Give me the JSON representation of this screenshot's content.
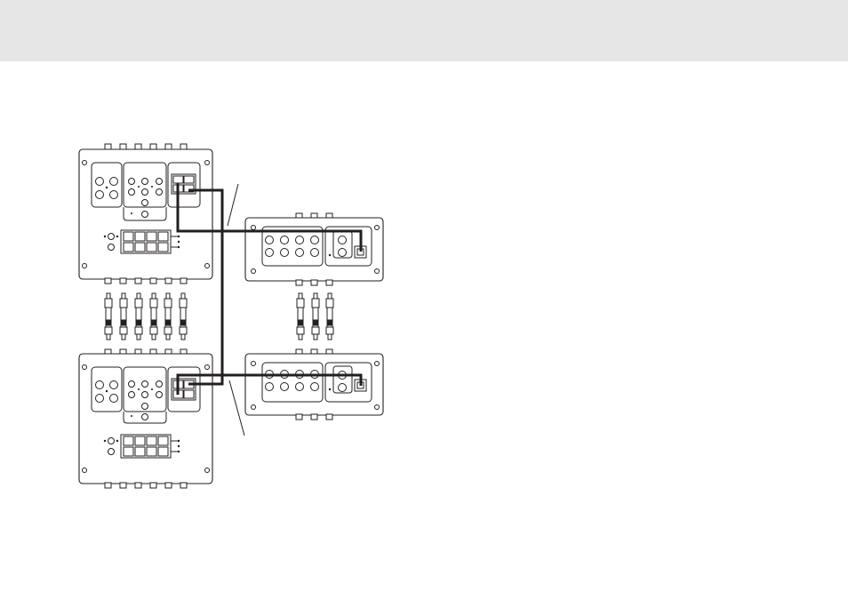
{
  "header": {
    "background": "#e6e6e6"
  },
  "diagram": {
    "stroke_color": "#231f20",
    "units": [
      "amplifier-unit-top",
      "amplifier-unit-bottom",
      "crossover-unit-top",
      "crossover-unit-bottom"
    ],
    "rca_cable_groups": [
      {
        "name": "left-rca-cables",
        "count": 6
      },
      {
        "name": "right-rca-cables",
        "count": 3
      }
    ]
  }
}
